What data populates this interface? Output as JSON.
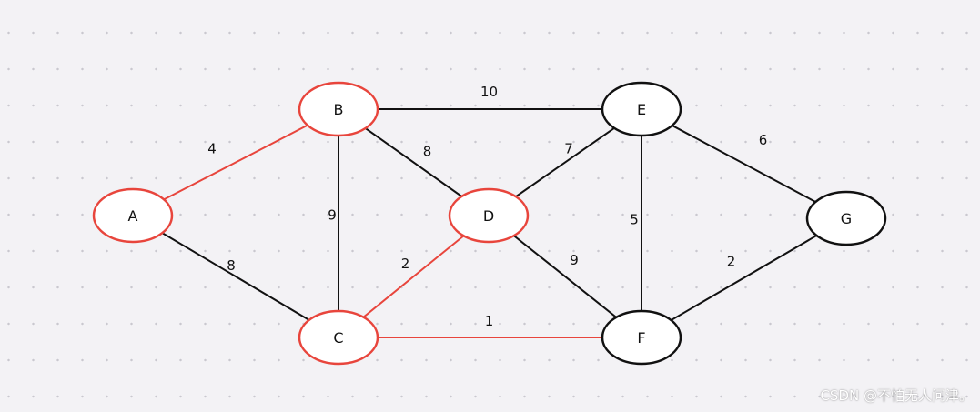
{
  "graph": {
    "nodes": [
      {
        "id": "A",
        "label": "A",
        "highlighted": true
      },
      {
        "id": "B",
        "label": "B",
        "highlighted": true
      },
      {
        "id": "C",
        "label": "C",
        "highlighted": true
      },
      {
        "id": "D",
        "label": "D",
        "highlighted": true
      },
      {
        "id": "E",
        "label": "E",
        "highlighted": false
      },
      {
        "id": "F",
        "label": "F",
        "highlighted": false
      },
      {
        "id": "G",
        "label": "G",
        "highlighted": false
      }
    ],
    "edges": [
      {
        "from": "A",
        "to": "B",
        "weight": "4",
        "highlighted": true
      },
      {
        "from": "A",
        "to": "C",
        "weight": "8",
        "highlighted": false
      },
      {
        "from": "B",
        "to": "C",
        "weight": "9",
        "highlighted": false
      },
      {
        "from": "B",
        "to": "D",
        "weight": "8",
        "highlighted": false
      },
      {
        "from": "B",
        "to": "E",
        "weight": "10",
        "highlighted": false
      },
      {
        "from": "C",
        "to": "D",
        "weight": "2",
        "highlighted": true
      },
      {
        "from": "C",
        "to": "F",
        "weight": "1",
        "highlighted": true
      },
      {
        "from": "D",
        "to": "E",
        "weight": "7",
        "highlighted": false
      },
      {
        "from": "D",
        "to": "F",
        "weight": "9",
        "highlighted": false
      },
      {
        "from": "E",
        "to": "F",
        "weight": "5",
        "highlighted": false
      },
      {
        "from": "E",
        "to": "G",
        "weight": "6",
        "highlighted": false
      },
      {
        "from": "F",
        "to": "G",
        "weight": "2",
        "highlighted": false
      }
    ]
  },
  "colors": {
    "highlight": "#e8453c",
    "default": "#111111",
    "node_fill": "#ffffff",
    "background": "#f3f2f5"
  },
  "watermark": "CSDN @不怕无人问津。"
}
